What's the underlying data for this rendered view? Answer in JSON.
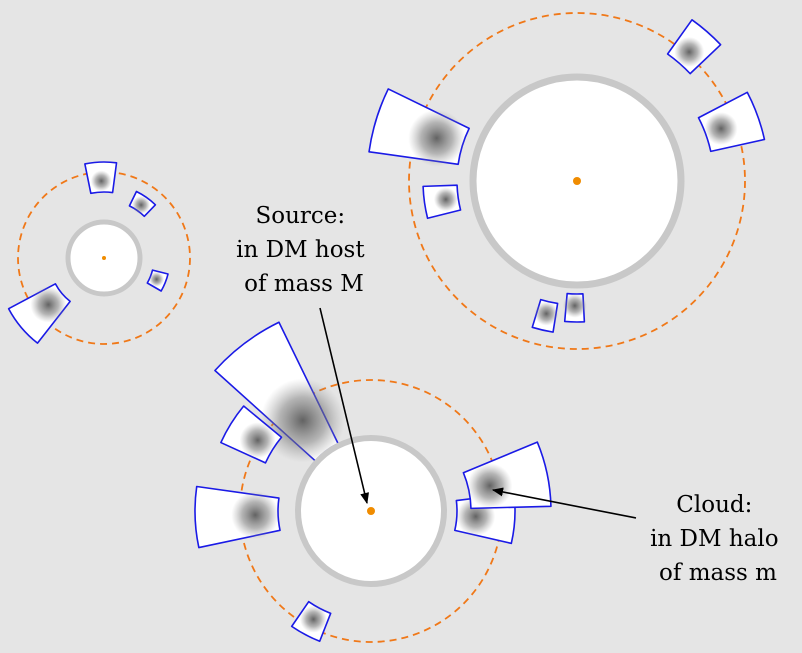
{
  "background_color": "#e5e5e5",
  "colors": {
    "host_fill": "#ffffff",
    "host_ring": "#c8c8c8",
    "orbit": "#f07818",
    "center": "#f08c00",
    "wedge": "#1a1ae6",
    "cloud": "#555555",
    "arrow": "#000000"
  },
  "labels": {
    "source": [
      "Source:",
      "in DM host",
      "of mass M"
    ],
    "cloud": [
      "Cloud:",
      "in DM halo",
      "of mass m"
    ]
  }
}
